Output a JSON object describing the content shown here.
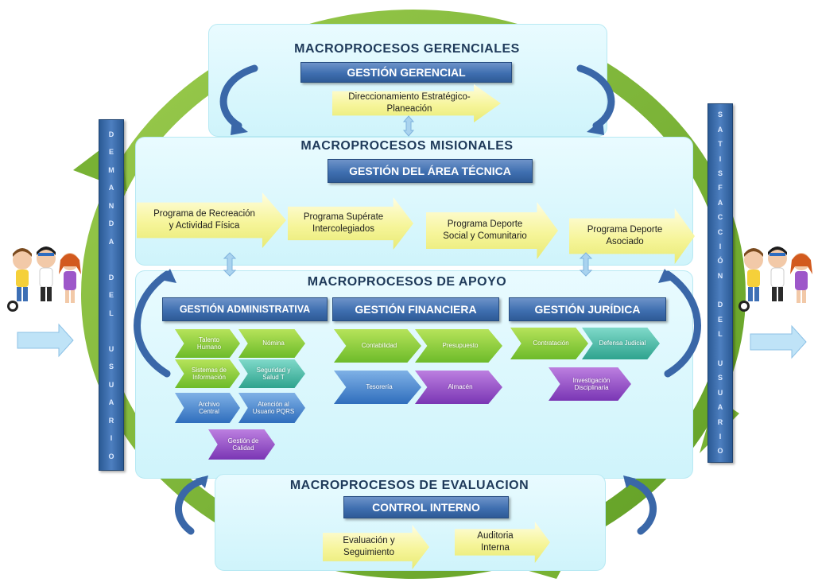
{
  "gerenciales": {
    "title": "MACROPROCESOS GERENCIALES",
    "banner": "GESTIÓN GERENCIAL",
    "arrow": [
      "Direccionamiento Estratégico-",
      "Planeación"
    ]
  },
  "misionales": {
    "title": "MACROPROCESOS MISIONALES",
    "banner": "GESTIÓN DEL ÁREA TÉCNICA",
    "programs": [
      {
        "line1": "Programa de Recreación",
        "line2": "y Actividad Física"
      },
      {
        "line1": "Programa Supérate",
        "line2": "Intercolegiados"
      },
      {
        "line1": "Programa Deporte",
        "line2": "Social y Comunitario"
      },
      {
        "line1": "Programa Deporte",
        "line2": "Asociado"
      }
    ]
  },
  "apoyo": {
    "title": "MACROPROCESOS DE APOYO",
    "admin": {
      "banner": "GESTIÓN ADMINISTRATIVA",
      "items": [
        {
          "label": "Talento Humano",
          "color": "green"
        },
        {
          "label": "Nómina",
          "color": "green"
        },
        {
          "label": "Sistemas de Información",
          "color": "green"
        },
        {
          "label": "Seguridad y Salud T",
          "color": "teal"
        },
        {
          "label": "Archivo Central",
          "color": "blue"
        },
        {
          "label": "Atención al Usuario PQRS",
          "color": "blue"
        },
        {
          "label": "Gestión de Calidad",
          "color": "purple"
        }
      ]
    },
    "financiera": {
      "banner": "GESTIÓN FINANCIERA",
      "items": [
        {
          "label": "Contabilidad",
          "color": "green"
        },
        {
          "label": "Presupuesto",
          "color": "green"
        },
        {
          "label": "Tesorería",
          "color": "blue"
        },
        {
          "label": "Almacén",
          "color": "purple"
        }
      ]
    },
    "juridica": {
      "banner": "GESTIÓN JURÍDICA",
      "items": [
        {
          "label": "Contratación",
          "color": "green"
        },
        {
          "label": "Defensa Judicial",
          "color": "teal"
        },
        {
          "label": "Investigación Disciplinaria",
          "color": "purple"
        }
      ]
    }
  },
  "evaluacion": {
    "title": "MACROPROCESOS DE EVALUACION",
    "banner": "CONTROL INTERNO",
    "items": [
      {
        "line1": "Evaluación y",
        "line2": "Seguimiento"
      },
      {
        "line1": "Auditoria",
        "line2": "Interna"
      }
    ]
  },
  "left_bar": {
    "letters": "DEMANDA DEL USUARIO"
  },
  "right_bar": {
    "letters": "SATISFACCIÓN DEL USUARIO"
  },
  "colors": {
    "ring": "#7cb83a",
    "banner": "#3f6fb0",
    "swirl": "#2e5a96",
    "panel": "#d6f6fc"
  }
}
